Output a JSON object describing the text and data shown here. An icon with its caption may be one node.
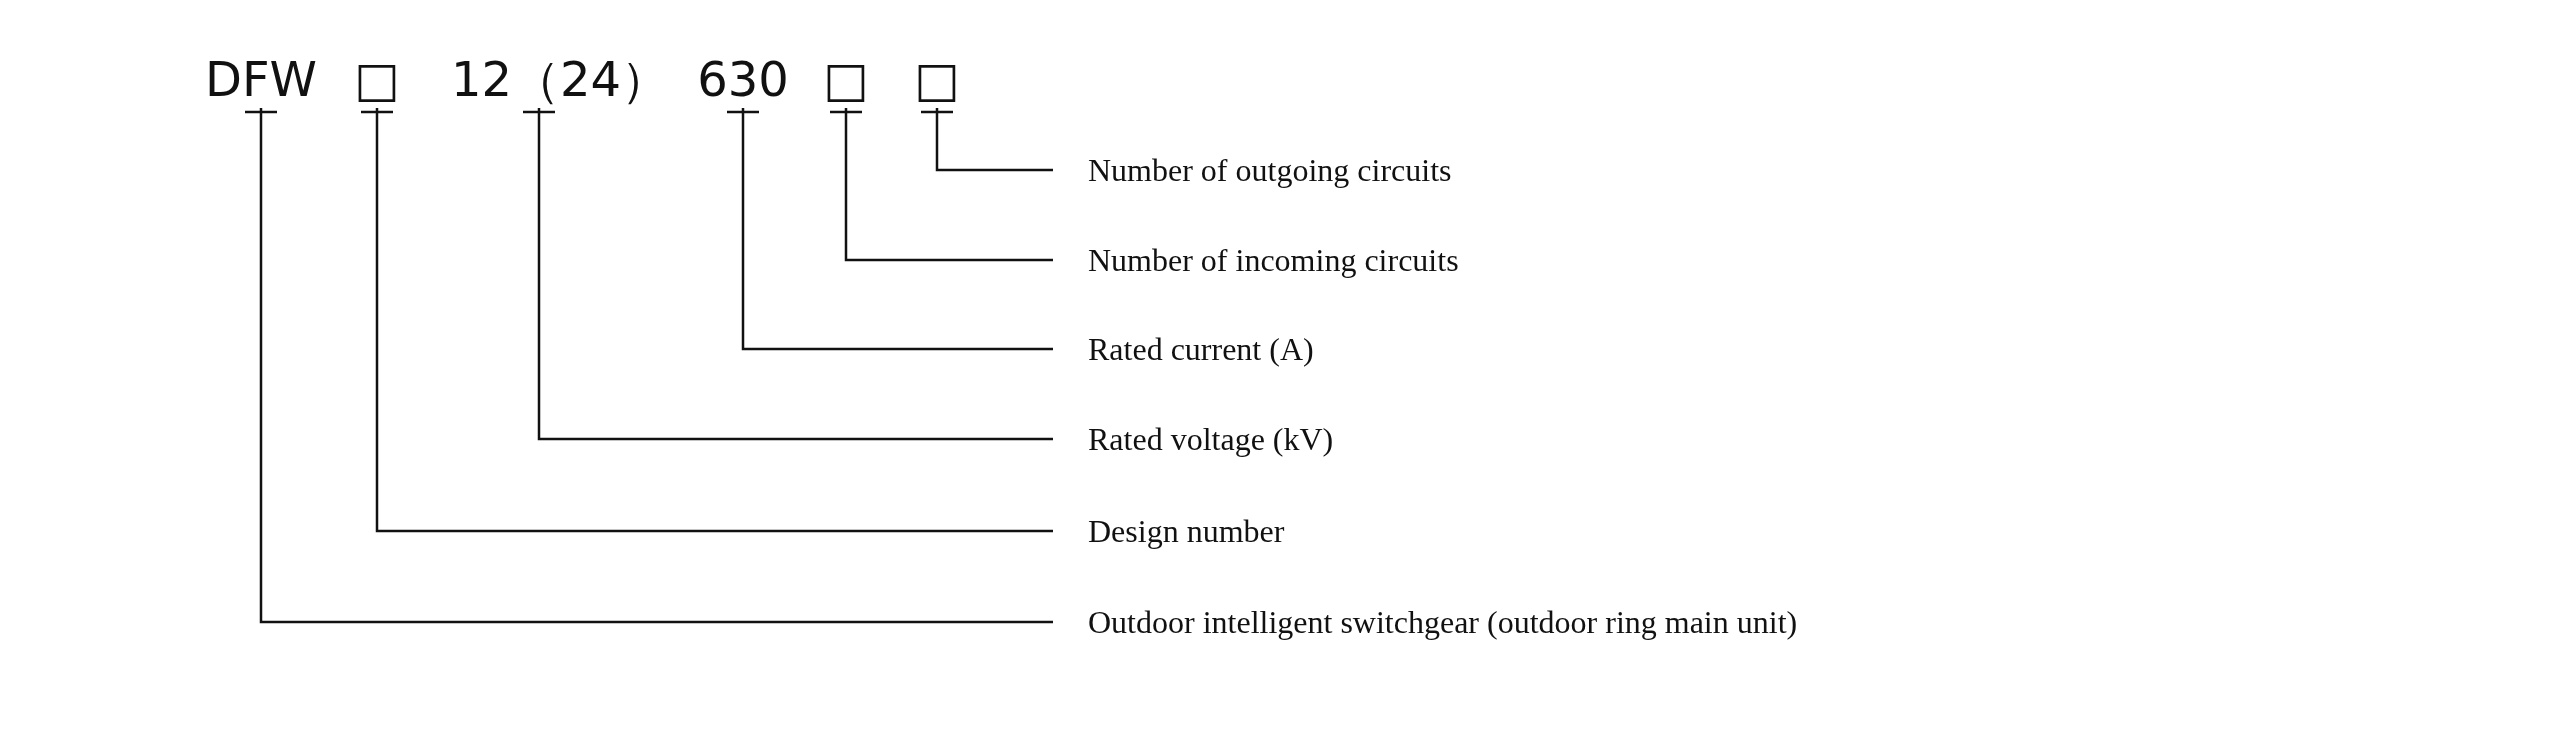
{
  "diagram": {
    "nodes": [
      {
        "text": [
          "DFW"
        ]
      },
      {
        "text": [
          "□"
        ]
      },
      {
        "text": [
          "12（24）"
        ]
      },
      {
        "text": [
          "630"
        ]
      },
      {
        "text": [
          "□"
        ]
      },
      {
        "text": [
          "□"
        ]
      },
      {
        "text": [
          "Number of outgoing circuits"
        ]
      },
      {
        "text": [
          "Number of incoming circuits"
        ]
      },
      {
        "text": [
          "Rated current (A)"
        ]
      },
      {
        "text": [
          "Rated voltage (kV)"
        ]
      },
      {
        "text": [
          "Design number"
        ]
      },
      {
        "text": [
          "Outdoor intelligent switchgear (outdoor ring main unit)"
        ]
      }
    ],
    "edges": [
      {
        "from": 0,
        "to": 11,
        "arrow": "none"
      },
      {
        "from": 1,
        "to": 10,
        "arrow": "none"
      },
      {
        "from": 2,
        "to": 9,
        "arrow": "none"
      },
      {
        "from": 3,
        "to": 8,
        "arrow": "none"
      },
      {
        "from": 4,
        "to": 7,
        "arrow": "none"
      },
      {
        "from": 5,
        "to": 6,
        "arrow": "none"
      }
    ]
  }
}
